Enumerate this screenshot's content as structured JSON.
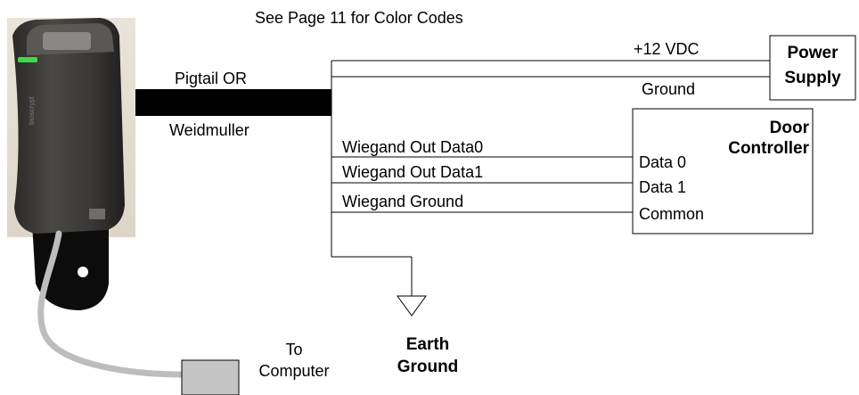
{
  "header_note": "See Page 11 for Color Codes",
  "cable": {
    "label_top": "Pigtail OR",
    "label_bottom": "Weidmuller"
  },
  "power_lines": {
    "positive": "+12 VDC",
    "ground": "Ground"
  },
  "power_supply": {
    "line1": "Power",
    "line2": "Supply"
  },
  "wiegand_lines": {
    "data0": "Wiegand Out Data0",
    "data1": "Wiegand Out Data1",
    "ground": "Wiegand Ground"
  },
  "door_controller": {
    "title_line1": "Door",
    "title_line2": "Controller",
    "terminal_data0": "Data 0",
    "terminal_data1": "Data 1",
    "terminal_common": "Common"
  },
  "earth_ground": {
    "line1": "Earth",
    "line2": "Ground"
  },
  "computer": {
    "line1": "To",
    "line2": "Computer"
  },
  "colors": {
    "reader_body": "#3a3836",
    "reader_light": "#3fd84a",
    "mount_bracket": "#0c0c0c",
    "usb_cable": "#bdbdbd",
    "connector": "#c4c4c4",
    "lines": "#000000"
  }
}
